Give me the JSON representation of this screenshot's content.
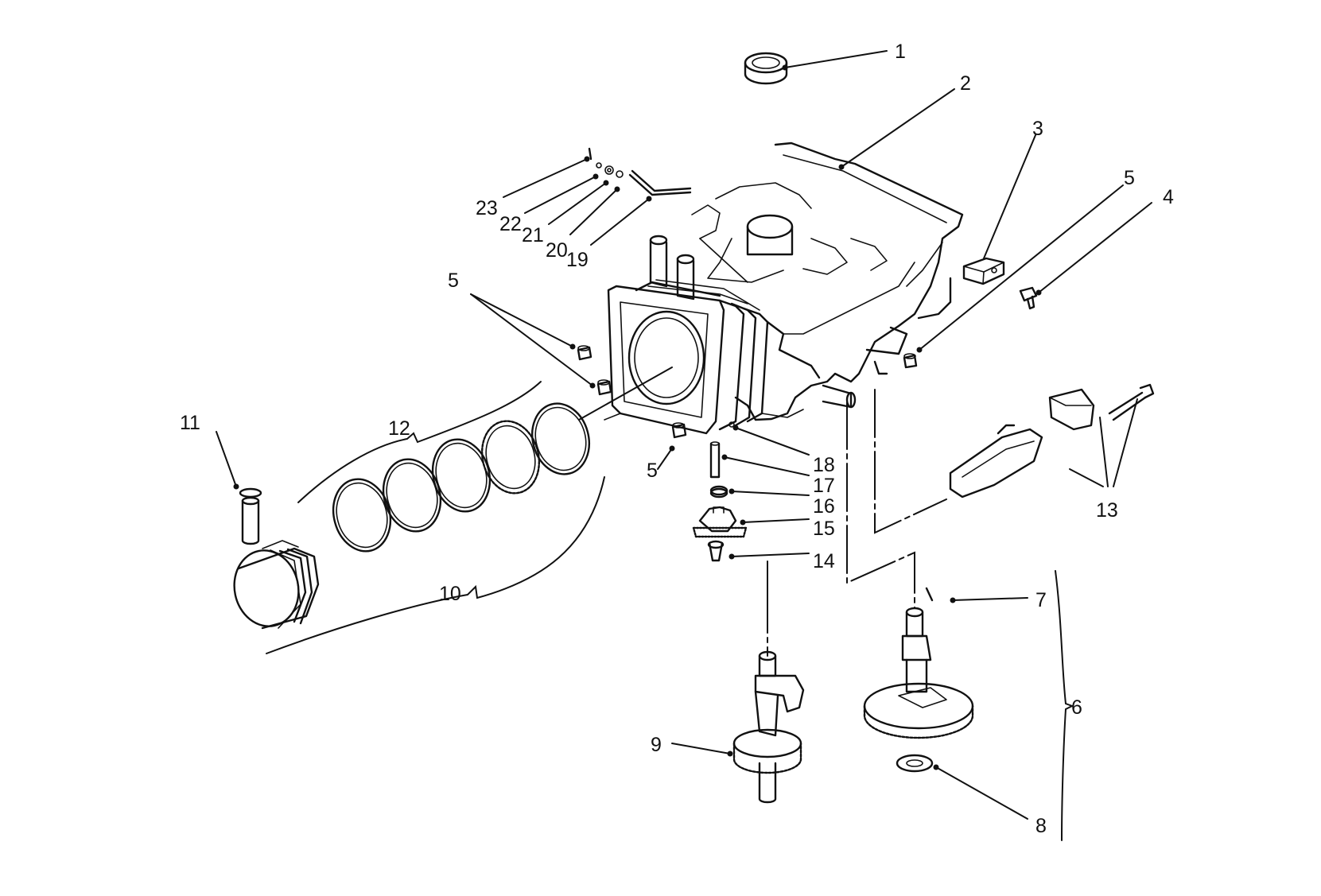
{
  "callouts": [
    {
      "id": "c1",
      "text": "1"
    },
    {
      "id": "c2",
      "text": "2"
    },
    {
      "id": "c3",
      "text": "3"
    },
    {
      "id": "c4",
      "text": "4"
    },
    {
      "id": "c5a",
      "text": "5"
    },
    {
      "id": "c5b",
      "text": "5"
    },
    {
      "id": "c5c",
      "text": "5"
    },
    {
      "id": "c6",
      "text": "6"
    },
    {
      "id": "c7",
      "text": "7"
    },
    {
      "id": "c8",
      "text": "8"
    },
    {
      "id": "c9",
      "text": "9"
    },
    {
      "id": "c10",
      "text": "10"
    },
    {
      "id": "c11",
      "text": "11"
    },
    {
      "id": "c12",
      "text": "12"
    },
    {
      "id": "c13",
      "text": "13"
    },
    {
      "id": "c14",
      "text": "14"
    },
    {
      "id": "c15",
      "text": "15"
    },
    {
      "id": "c16",
      "text": "16"
    },
    {
      "id": "c17",
      "text": "17"
    },
    {
      "id": "c18",
      "text": "18"
    },
    {
      "id": "c19",
      "text": "19"
    },
    {
      "id": "c20",
      "text": "20"
    },
    {
      "id": "c21",
      "text": "21"
    },
    {
      "id": "c22",
      "text": "22"
    },
    {
      "id": "c23",
      "text": "23"
    }
  ]
}
